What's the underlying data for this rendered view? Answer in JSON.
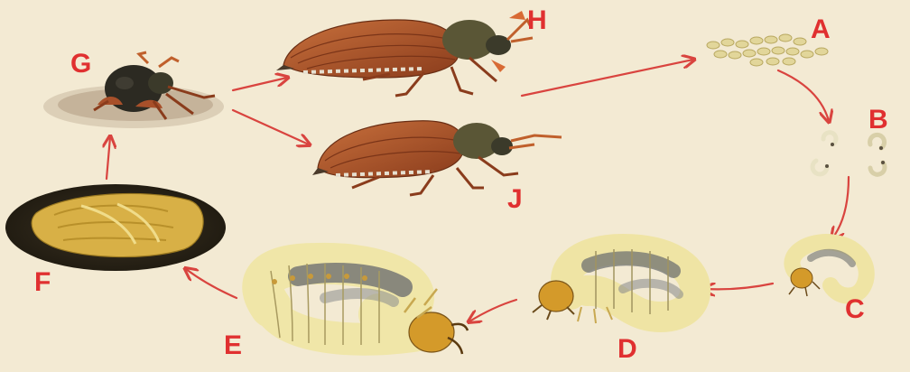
{
  "labels": {
    "a": "A",
    "b": "B",
    "c": "C",
    "d": "D",
    "e": "E",
    "f": "F",
    "g": "G",
    "h": "H",
    "j": "J"
  },
  "colors": {
    "background": "#f3ead3",
    "label": "#e03030",
    "arrow": "#d9443f",
    "beetle_body": "#a8502a",
    "beetle_head": "#3b3a2a",
    "larva": "#f0e6a8",
    "larva_shade": "#6f7170",
    "larva_head": "#d49a2a",
    "pupa_bg": "#2a2418",
    "pupa": "#d8b046",
    "egg": "#e2d69a"
  }
}
